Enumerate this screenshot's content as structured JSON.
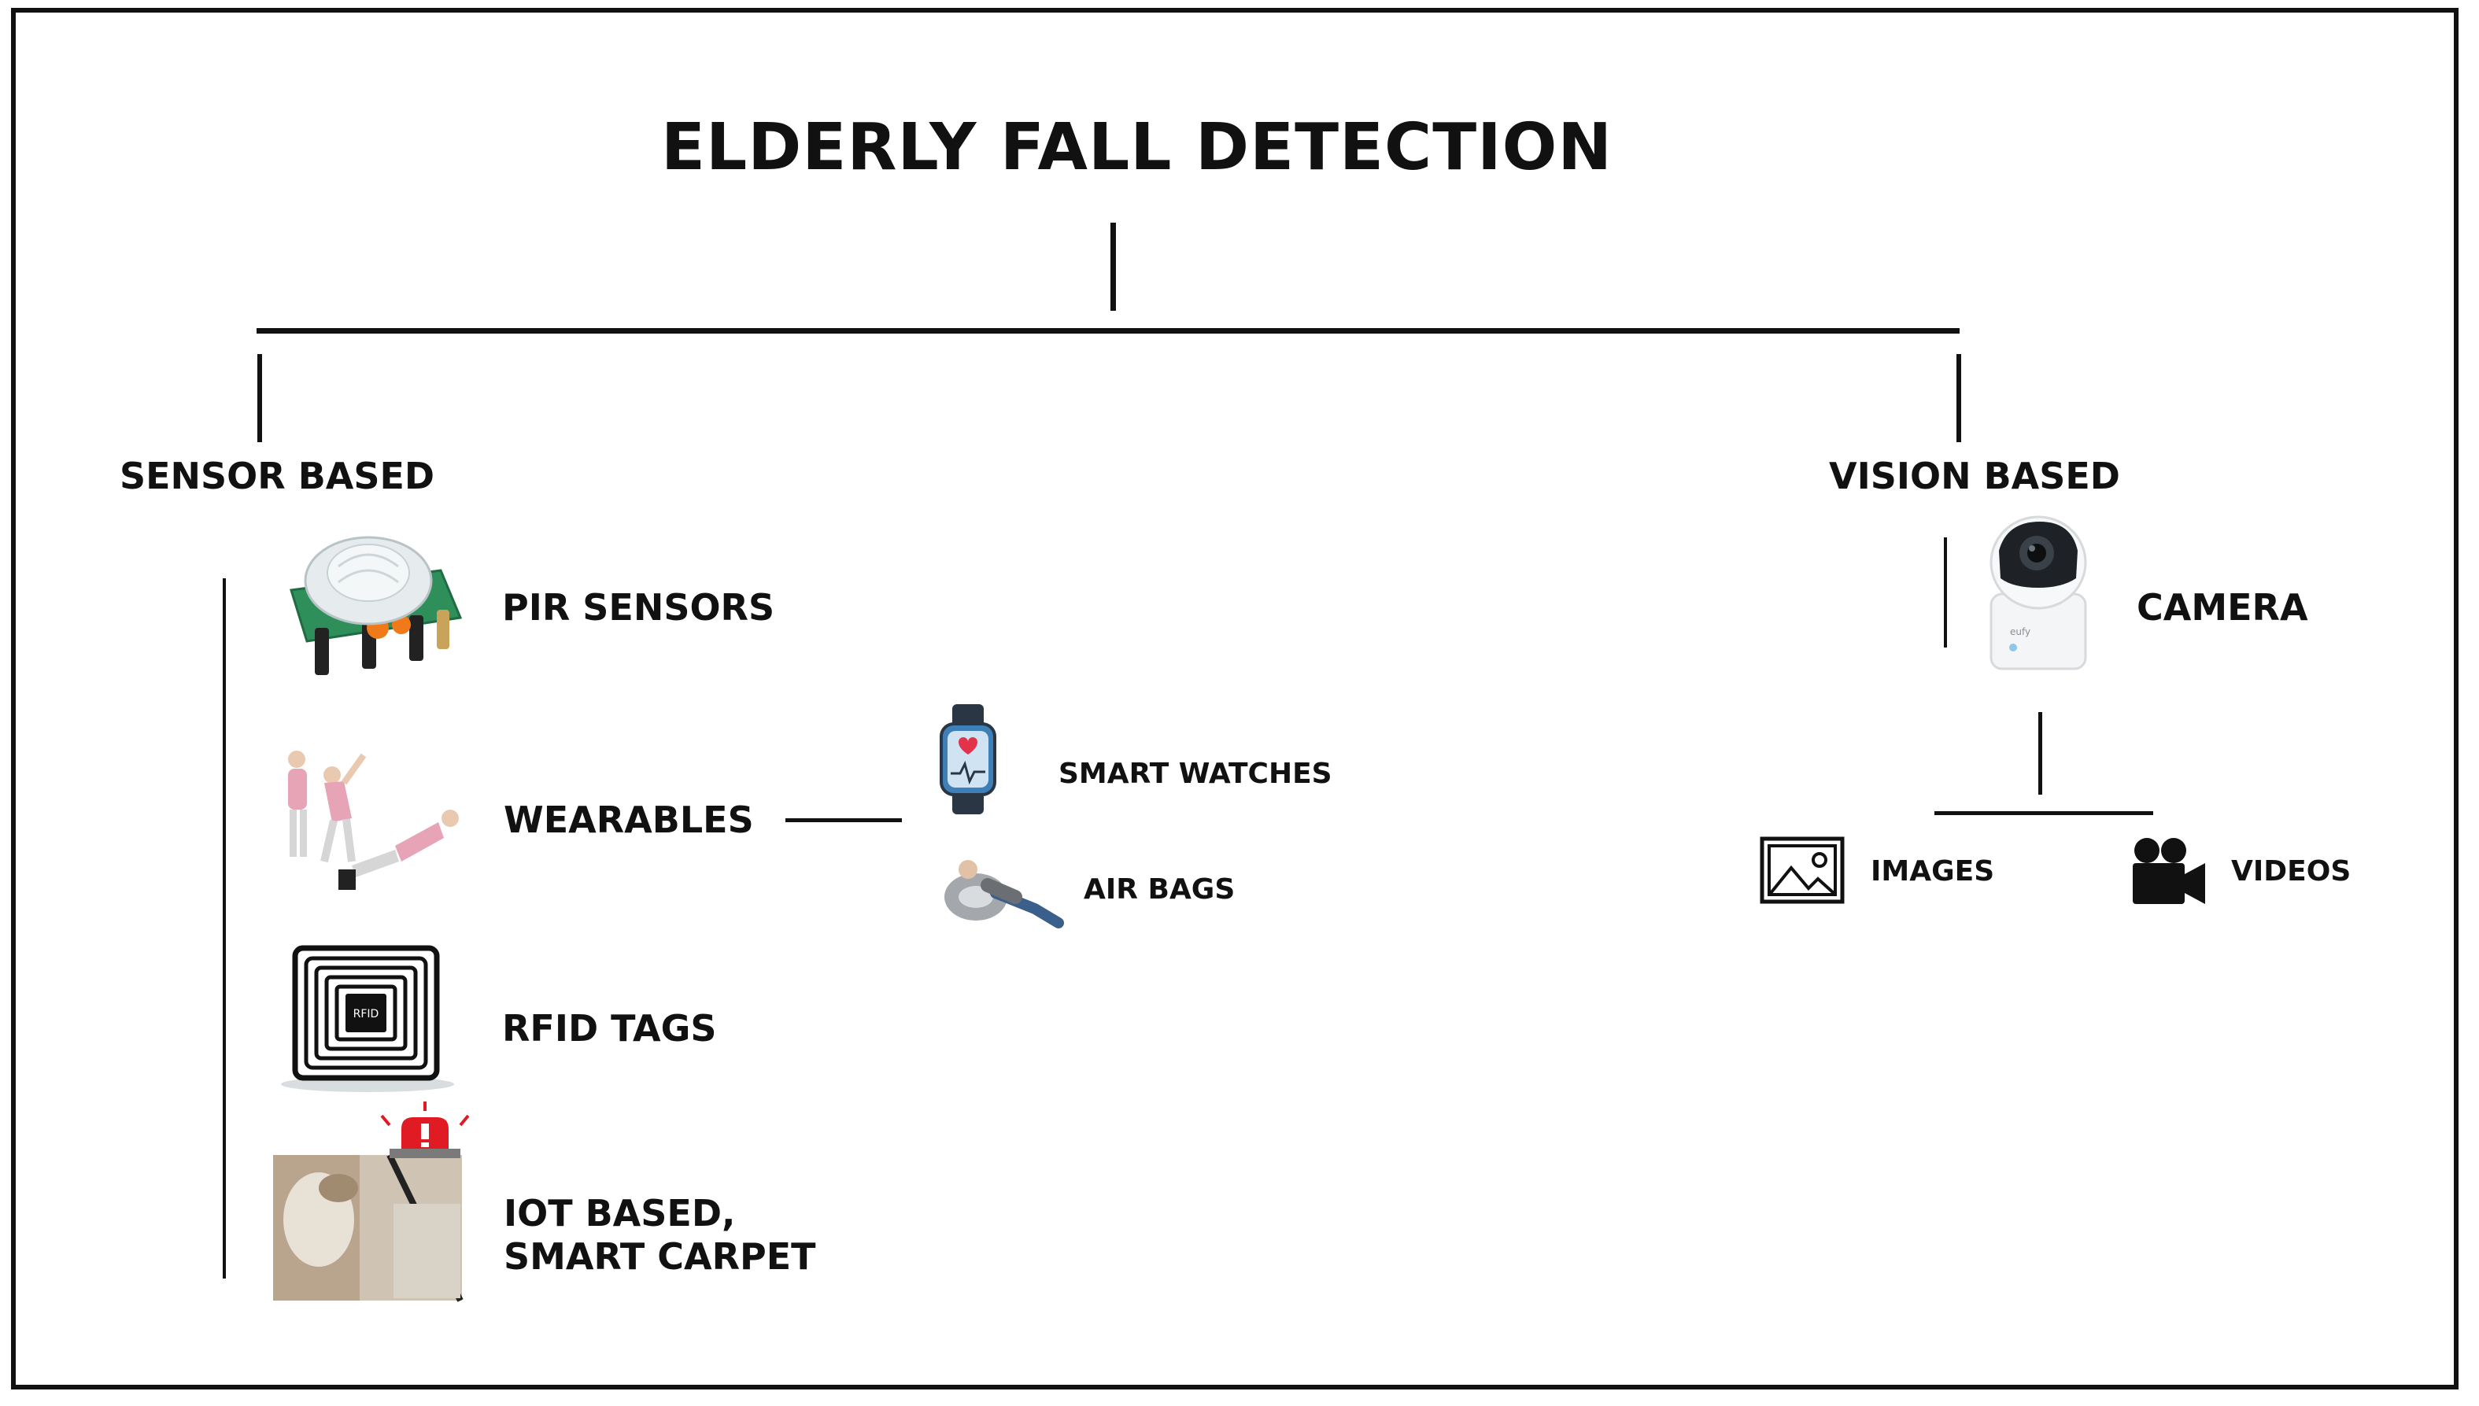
{
  "diagram": {
    "title": "ELDERLY FALL DETECTION",
    "sensor_based": {
      "label": "SENSOR BASED",
      "items": [
        {
          "label": "PIR SENSORS",
          "icon": "pir-sensor-icon"
        },
        {
          "label": "WEARABLES",
          "icon": "wearables-icon",
          "children": [
            {
              "label": "SMART WATCHES",
              "icon": "smart-watch-icon"
            },
            {
              "label": "AIR BAGS",
              "icon": "air-bag-icon"
            }
          ]
        },
        {
          "label": "RFID TAGS",
          "icon": "rfid-tag-icon",
          "icon_text": "RFID"
        },
        {
          "label_line1": "IOT BASED,",
          "label_line2": "SMART CARPET",
          "icon": "smart-carpet-alarm-icon"
        }
      ]
    },
    "vision_based": {
      "label": "VISION BASED",
      "camera": {
        "label": "CAMERA",
        "icon": "camera-icon",
        "brand_text": "eufy"
      },
      "children": [
        {
          "label": "IMAGES",
          "icon": "image-icon"
        },
        {
          "label": "VIDEOS",
          "icon": "video-camera-icon"
        }
      ]
    },
    "colors": {
      "line": "#111111",
      "alarm": "#e01b24",
      "pcb": "#2f8f5b",
      "watch": "#3f7fb8"
    }
  }
}
